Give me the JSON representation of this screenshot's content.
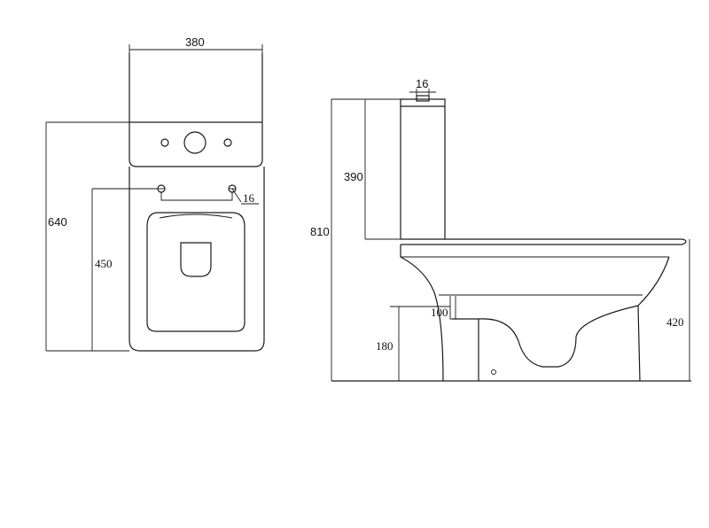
{
  "front_view": {
    "width_label": "380",
    "height_label": "640",
    "outlet_height_label": "450",
    "hole_diameter_label": "16"
  },
  "side_view": {
    "button_width_label": "16",
    "tank_height_label": "390",
    "total_height_label": "810",
    "seat_height_label": "420",
    "offset_label": "100",
    "outlet_height_label": "180"
  }
}
